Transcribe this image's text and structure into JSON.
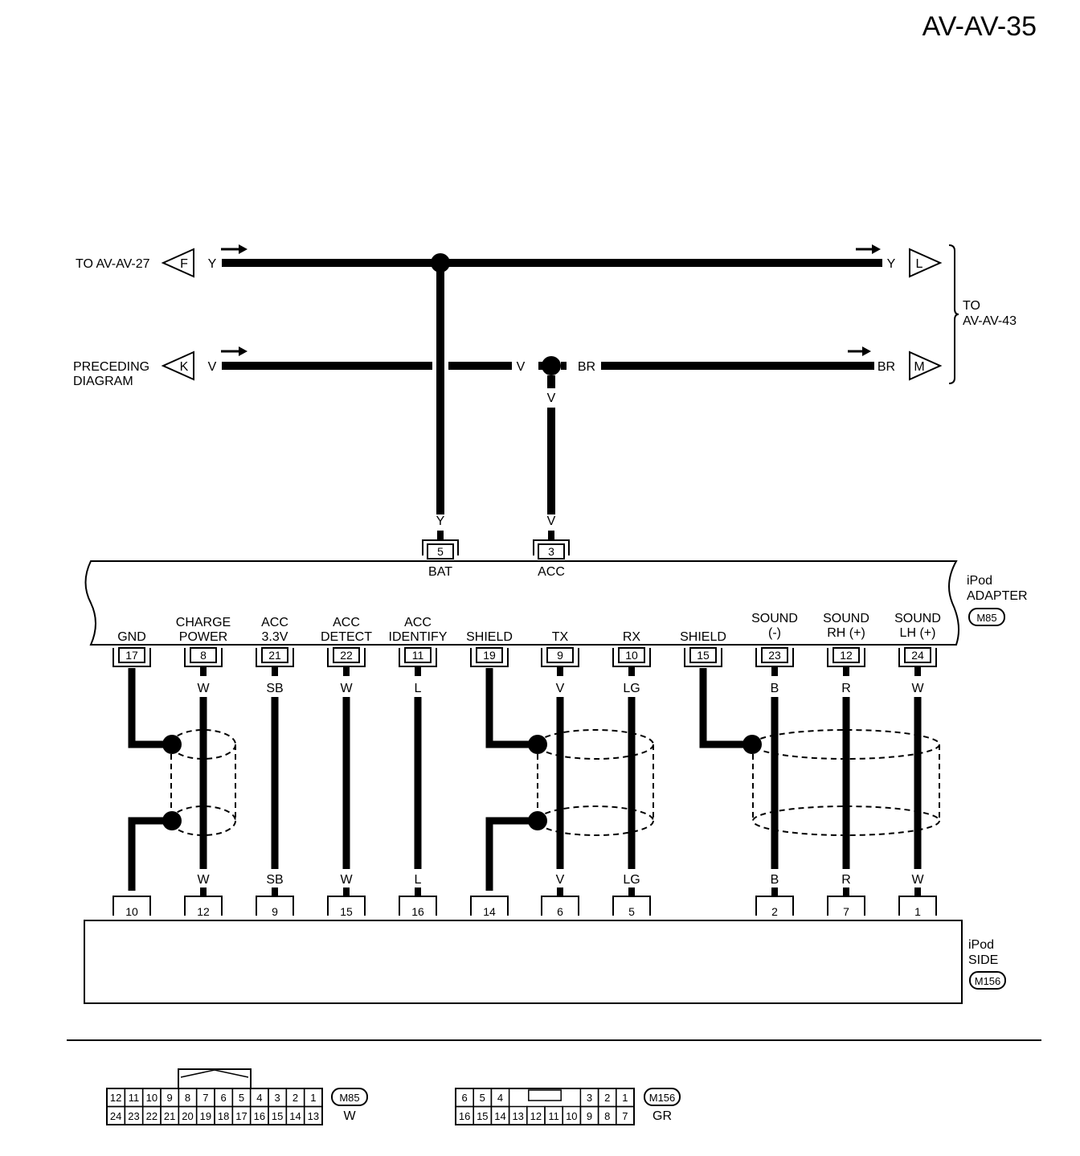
{
  "page_id": "AV-AV-35",
  "refs": {
    "left_top": "TO AV-AV-27",
    "left_bottom_l1": "PRECEDING",
    "left_bottom_l2": "DIAGRAM",
    "right_l1": "TO",
    "right_l2": "AV-AV-43"
  },
  "connectors_inline": {
    "F": "F",
    "K": "K",
    "L": "L",
    "M": "M"
  },
  "wire_colors": {
    "Y": "Y",
    "V": "V",
    "BR": "BR",
    "W": "W",
    "SB": "SB",
    "L": "L",
    "LG": "LG",
    "B": "B",
    "R": "R"
  },
  "adapter": {
    "name_l1": "iPod",
    "name_l2": "ADAPTER",
    "connector": "M85",
    "top_pins": [
      {
        "num": "5",
        "label": "BAT",
        "color": "Y"
      },
      {
        "num": "3",
        "label": "ACC",
        "color": "V"
      }
    ],
    "bottom_pins": [
      {
        "num": "17",
        "l1": "",
        "l2": "GND",
        "color": ""
      },
      {
        "num": "8",
        "l1": "CHARGE",
        "l2": "POWER",
        "color": "W"
      },
      {
        "num": "21",
        "l1": "ACC",
        "l2": "3.3V",
        "color": "SB"
      },
      {
        "num": "22",
        "l1": "ACC",
        "l2": "DETECT",
        "color": "W"
      },
      {
        "num": "11",
        "l1": "ACC",
        "l2": "IDENTIFY",
        "color": "L"
      },
      {
        "num": "19",
        "l1": "",
        "l2": "SHIELD",
        "color": ""
      },
      {
        "num": "9",
        "l1": "",
        "l2": "TX",
        "color": "V"
      },
      {
        "num": "10",
        "l1": "",
        "l2": "RX",
        "color": "LG"
      },
      {
        "num": "15",
        "l1": "",
        "l2": "SHIELD",
        "color": ""
      },
      {
        "num": "23",
        "l1": "SOUND",
        "l2": "(-)",
        "color": "B"
      },
      {
        "num": "12",
        "l1": "SOUND",
        "l2": "RH (+)",
        "color": "R"
      },
      {
        "num": "24",
        "l1": "SOUND",
        "l2": "LH (+)",
        "color": "W"
      }
    ]
  },
  "side": {
    "name_l1": "iPod",
    "name_l2": "SIDE",
    "connector": "M156",
    "pins": [
      "10",
      "12",
      "9",
      "15",
      "16",
      "14",
      "6",
      "5",
      "2",
      "7",
      "1"
    ]
  },
  "face_m85": {
    "row1": [
      "12",
      "11",
      "10",
      "9",
      "8",
      "7",
      "6",
      "5",
      "4",
      "3",
      "2",
      "1"
    ],
    "row2": [
      "24",
      "23",
      "22",
      "21",
      "20",
      "19",
      "18",
      "17",
      "16",
      "15",
      "14",
      "13"
    ],
    "connector": "M85",
    "color": "W"
  },
  "face_m156": {
    "row1_left": [
      "6",
      "5",
      "4"
    ],
    "row1_right": [
      "3",
      "2",
      "1"
    ],
    "row2": [
      "16",
      "15",
      "14",
      "13",
      "12",
      "11",
      "10",
      "9",
      "8",
      "7"
    ],
    "connector": "M156",
    "color": "GR"
  }
}
